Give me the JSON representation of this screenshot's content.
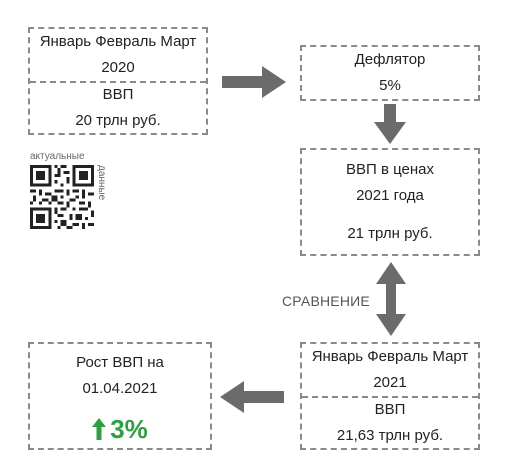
{
  "box_2020": {
    "period": "Январь Февраль Март",
    "year": "2020",
    "label": "ВВП",
    "value": "20 трлн руб."
  },
  "deflator": {
    "label": "Дефлятор",
    "value": "5%"
  },
  "gdp_2021_prices": {
    "line1": "ВВП в ценах",
    "line2": "2021 года",
    "value": "21 трлн руб."
  },
  "comparison_label": "СРАВНЕНИЕ",
  "box_2021": {
    "period": "Январь Февраль Март",
    "year": "2021",
    "label": "ВВП",
    "value": "21,63 трлн руб."
  },
  "growth": {
    "line1": "Рост ВВП на",
    "line2": "01.04.2021",
    "value": "3%"
  },
  "qr_caption": {
    "top": "актуальные",
    "side": "данные"
  },
  "colors": {
    "arrow": "#6b6b6b",
    "growth": "#2ea043",
    "border": "#8a8a8a"
  }
}
